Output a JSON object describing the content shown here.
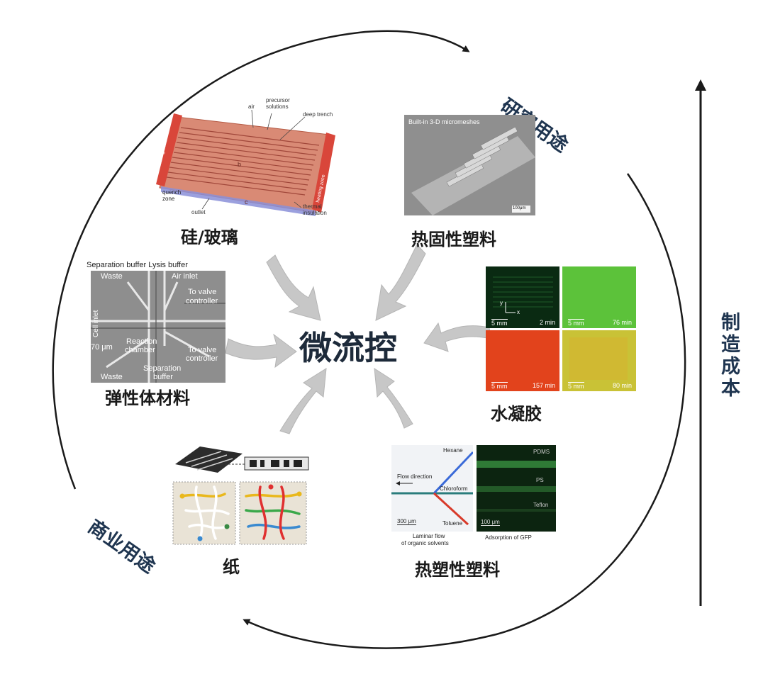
{
  "center": {
    "title": "微流控"
  },
  "sides": {
    "research": "研究用途",
    "commercial": "商业用途",
    "cost": "制造成本"
  },
  "materials": [
    {
      "id": "silicon-glass",
      "label": "硅/玻璃"
    },
    {
      "id": "thermoset",
      "label": "热固性塑料"
    },
    {
      "id": "elastomer",
      "label": "弹性体材料"
    },
    {
      "id": "hydrogel",
      "label": "水凝胶"
    },
    {
      "id": "paper",
      "label": "纸"
    },
    {
      "id": "thermoplastic",
      "label": "热塑性塑料"
    }
  ],
  "silicon_panel": {
    "air": "air",
    "precursor": "precursor",
    "solutions": "solutions",
    "deep_trench": "deep trench",
    "b": "b",
    "quench": "quench",
    "zone": "zone",
    "outlet": "outlet",
    "c": "c",
    "thermal": "thermal",
    "insulation": "insulation",
    "heating_zone_left": "heating zone",
    "heating_zone_right": "heating zone"
  },
  "thermoset_panel": {
    "title": "Built-in 3-D micromeshes",
    "scale": "100μm"
  },
  "elastomer_panel": {
    "top_label": "Separation buffer  Lysis buffer",
    "waste_top": "Waste",
    "air_inlet": "Air inlet",
    "to_valve_1": "To valve",
    "controller_1": "controller",
    "cell_inlet": "Cell inlet",
    "scale": "70 μm",
    "reaction": "Reaction",
    "chamber": "chamber",
    "to_valve_2": "To valve",
    "controller_2": "controller",
    "waste_bottom": "Waste",
    "separation": "Separation",
    "buffer": "buffer"
  },
  "hydrogel_panel": {
    "tiles": [
      {
        "scale": "5 mm",
        "time": "2 min",
        "color": "#0a2a12"
      },
      {
        "scale": "5 mm",
        "time": "76 min",
        "color": "#5cc23a"
      },
      {
        "scale": "5 mm",
        "time": "157 min",
        "color": "#e2431c"
      },
      {
        "scale": "5 mm",
        "time": "80 min",
        "color": "#c9c236"
      }
    ],
    "axis_y": "y",
    "axis_x": "x"
  },
  "thermoplastic_panel": {
    "hexane": "Hexane",
    "flow_direction": "Flow direction",
    "chloroform": "Chloroform",
    "toluene": "Toluene",
    "scale_left": "300 μm",
    "caption_left_1": "Laminar flow",
    "caption_left_2": "of organic solvents",
    "pdms": "PDMS",
    "ps": "PS",
    "teflon": "Teflon",
    "scale_right": "100 μm",
    "caption_right": "Adsorption of GFP"
  }
}
